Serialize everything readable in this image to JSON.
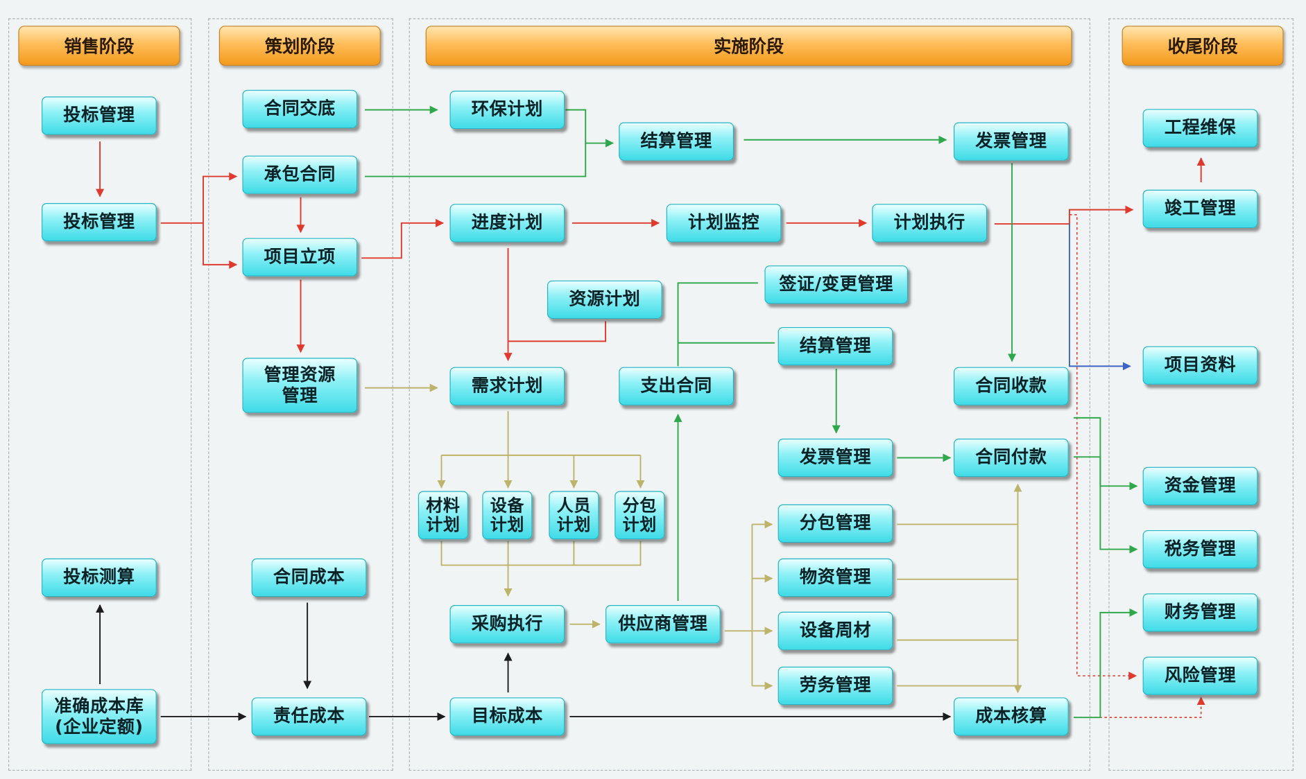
{
  "phases": {
    "sales": "销售阶段",
    "planning": "策划阶段",
    "implementation": "实施阶段",
    "closing": "收尾阶段"
  },
  "nodes": {
    "bid_mgmt_1": "投标管理",
    "bid_mgmt_2": "投标管理",
    "bid_estimate": "投标测算",
    "cost_library": "准确成本库\n(企业定额)",
    "contract_handover": "合同交底",
    "subcontract_contract": "承包合同",
    "project_setup": "项目立项",
    "mgmt_resource": "管理资源\n管理",
    "contract_cost": "合同成本",
    "responsibility_cost": "责任成本",
    "env_plan": "环保计划",
    "settlement_1": "结算管理",
    "invoice_1": "发票管理",
    "schedule_plan": "进度计划",
    "plan_monitor": "计划监控",
    "plan_execute": "计划执行",
    "resource_plan": "资源计划",
    "visa_change": "签证/变更管理",
    "settlement_2": "结算管理",
    "demand_plan": "需求计划",
    "expense_contract": "支出合同",
    "contract_receipt": "合同收款",
    "invoice_2": "发票管理",
    "contract_payment": "合同付款",
    "material_plan": "材料\n计划",
    "equipment_plan": "设备\n计划",
    "personnel_plan": "人员\n计划",
    "subpkg_plan": "分包\n计划",
    "subpkg_mgmt": "分包管理",
    "material_mgmt": "物资管理",
    "equip_turnover": "设备周材",
    "labor_mgmt": "劳务管理",
    "purchase_exec": "采购执行",
    "supplier_mgmt": "供应商管理",
    "target_cost": "目标成本",
    "cost_accounting": "成本核算",
    "maintenance": "工程维保",
    "completion": "竣工管理",
    "project_docs": "项目资料",
    "fund_mgmt": "资金管理",
    "tax_mgmt": "税务管理",
    "finance_mgmt": "财务管理",
    "risk_mgmt": "风险管理"
  },
  "colors": {
    "red": "#e03a2e",
    "green": "#2ea84a",
    "olive": "#bdb36a",
    "black": "#1c1c1c",
    "blue": "#3c64c8"
  }
}
